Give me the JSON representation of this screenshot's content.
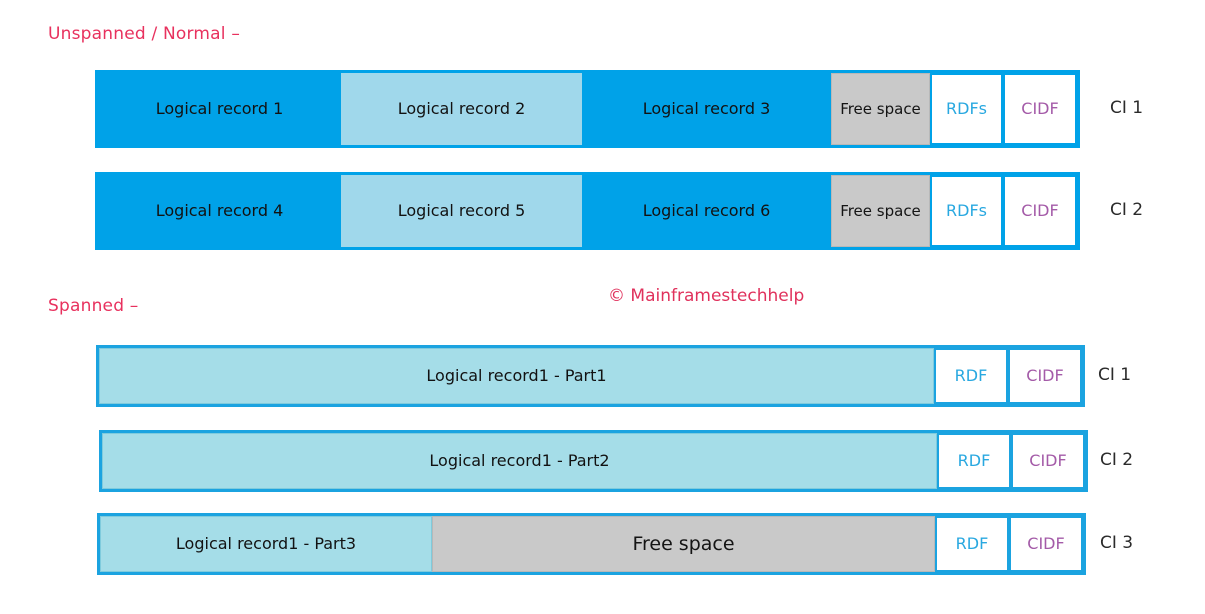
{
  "sections": {
    "unspanned": {
      "label": "Unspanned / Normal –",
      "rows": [
        {
          "tag": "CI 1",
          "segments": [
            {
              "name": "logical-record-1",
              "label": "Logical record 1",
              "kind": "rec-dark"
            },
            {
              "name": "logical-record-2",
              "label": "Logical record 2",
              "kind": "rec-light"
            },
            {
              "name": "logical-record-3",
              "label": "Logical record 3",
              "kind": "rec-dark"
            },
            {
              "name": "free-space",
              "label": "Free space",
              "kind": "free"
            },
            {
              "name": "rdfs",
              "label": "RDFs",
              "kind": "rdf"
            },
            {
              "name": "cidf",
              "label": "CIDF",
              "kind": "cidf"
            }
          ]
        },
        {
          "tag": "CI 2",
          "segments": [
            {
              "name": "logical-record-4",
              "label": "Logical record 4",
              "kind": "rec-dark"
            },
            {
              "name": "logical-record-5",
              "label": "Logical record 5",
              "kind": "rec-light"
            },
            {
              "name": "logical-record-6",
              "label": "Logical record 6",
              "kind": "rec-dark"
            },
            {
              "name": "free-space",
              "label": "Free space",
              "kind": "free"
            },
            {
              "name": "rdfs",
              "label": "RDFs",
              "kind": "rdf"
            },
            {
              "name": "cidf",
              "label": "CIDF",
              "kind": "cidf"
            }
          ]
        }
      ]
    },
    "spanned": {
      "label": "Spanned –",
      "rows": [
        {
          "tag": "CI 1",
          "segments": [
            {
              "name": "logical-record1-part1",
              "label": "Logical record1 - Part1",
              "kind": "rec-span"
            },
            {
              "name": "rdf",
              "label": "RDF",
              "kind": "rdf"
            },
            {
              "name": "cidf",
              "label": "CIDF",
              "kind": "cidf"
            }
          ]
        },
        {
          "tag": "CI 2",
          "segments": [
            {
              "name": "logical-record1-part2",
              "label": "Logical record1 - Part2",
              "kind": "rec-span"
            },
            {
              "name": "rdf",
              "label": "RDF",
              "kind": "rdf"
            },
            {
              "name": "cidf",
              "label": "CIDF",
              "kind": "cidf"
            }
          ]
        },
        {
          "tag": "CI 3",
          "segments": [
            {
              "name": "logical-record1-part3",
              "label": "Logical record1 - Part3",
              "kind": "rec-span"
            },
            {
              "name": "free-space",
              "label": "Free space",
              "kind": "free"
            },
            {
              "name": "rdf",
              "label": "RDF",
              "kind": "rdf"
            },
            {
              "name": "cidf",
              "label": "CIDF",
              "kind": "cidf"
            }
          ]
        }
      ]
    }
  },
  "watermark": "© Mainframestechhelp",
  "colors": {
    "accent_blue": "#00A2E8",
    "light_blue": "#A0D8EB",
    "span_fill": "#A5DDE8",
    "free_gray": "#C9C9C9",
    "rdf_text": "#29A8E0",
    "cidf_text": "#A45BA8",
    "label_pink": "#E8315E"
  }
}
